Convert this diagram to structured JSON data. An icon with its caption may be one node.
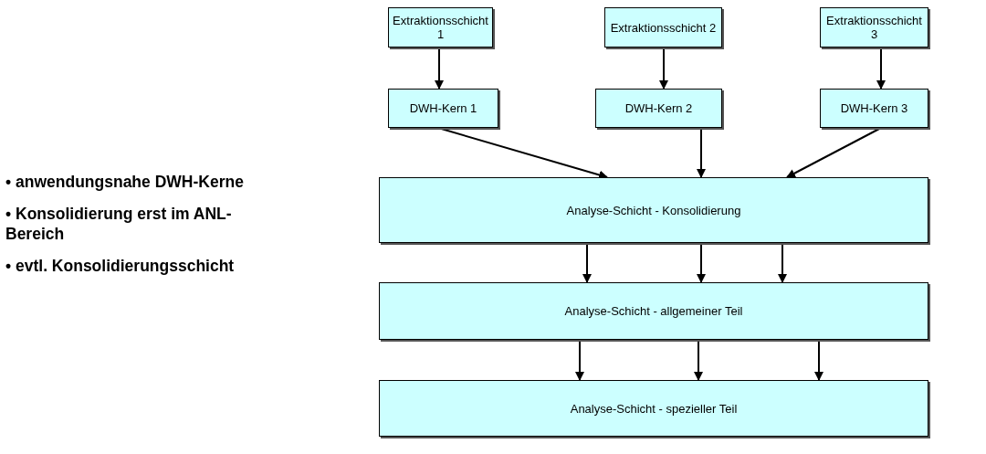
{
  "diagram": {
    "nodes": [
      {
        "text": [
          "Extraktionsschicht 1"
        ]
      },
      {
        "text": [
          "Extraktionsschicht 2"
        ]
      },
      {
        "text": [
          "Extraktionsschicht 3"
        ]
      },
      {
        "text": [
          "DWH-Kern 1"
        ]
      },
      {
        "text": [
          "DWH-Kern 2"
        ]
      },
      {
        "text": [
          "DWH-Kern 3"
        ]
      },
      {
        "text": [
          "Analyse-Schicht - Konsolidierung"
        ]
      },
      {
        "text": [
          "Analyse-Schicht - allgemeiner Teil"
        ]
      },
      {
        "text": [
          "Analyse-Schicht - spezieller Teil"
        ]
      }
    ],
    "edges": [
      {
        "from": 0,
        "to": 3,
        "arrow": "to"
      },
      {
        "from": 1,
        "to": 4,
        "arrow": "to"
      },
      {
        "from": 2,
        "to": 5,
        "arrow": "to"
      },
      {
        "from": 3,
        "to": 6,
        "arrow": "to"
      },
      {
        "from": 4,
        "to": 6,
        "arrow": "to"
      },
      {
        "from": 5,
        "to": 6,
        "arrow": "to"
      },
      {
        "from": 6,
        "to": 7,
        "arrow": "to"
      },
      {
        "from": 6,
        "to": 7,
        "arrow": "to"
      },
      {
        "from": 6,
        "to": 7,
        "arrow": "to"
      },
      {
        "from": 7,
        "to": 8,
        "arrow": "to"
      },
      {
        "from": 7,
        "to": 8,
        "arrow": "to"
      },
      {
        "from": 7,
        "to": 8,
        "arrow": "to"
      }
    ],
    "labels": [
      "• anwendungsnahe DWH-Kerne",
      "• Konsolidierung erst im ANL-Bereich",
      "• evtl. Konsolidierungsschicht"
    ]
  }
}
